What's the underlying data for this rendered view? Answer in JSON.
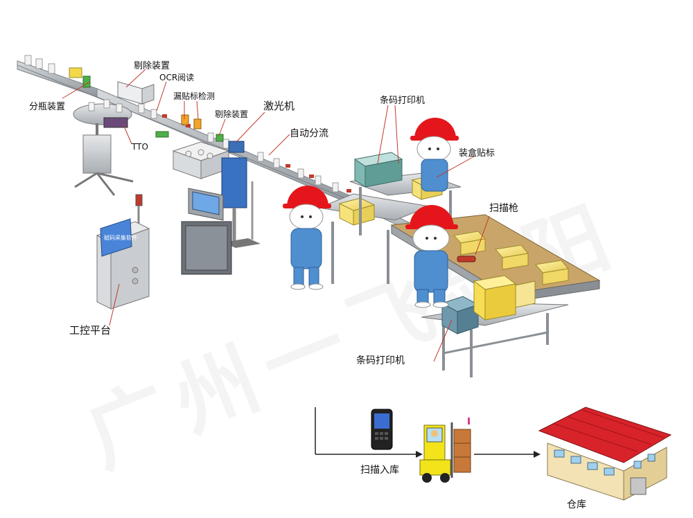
{
  "watermark": "广州一飞剑阳",
  "labels": {
    "bottle_divider": "分瓶装置",
    "reject_device_1": "剔除装置",
    "ocr_reading": "OCR阅读",
    "missing_label_detect": "漏贴标检测",
    "reject_device_2": "剔除装置",
    "laser_machine": "激光机",
    "auto_diverter": "自动分流",
    "tto": "TTO",
    "barcode_printer_top": "条码打印机",
    "box_labeling": "装盒贴标",
    "scan_gun": "扫描枪",
    "control_platform": "工控平台",
    "barcode_printer_bottom": "条码打印机",
    "scan_warehousing": "扫描入库",
    "warehouse": "仓库"
  },
  "screen_text": "赋码采集软件",
  "colors": {
    "helmet_red": "#e4161b",
    "overalls_blue": "#4f8fd0",
    "box_yellow": "#f6e27a",
    "roof_red": "#d8232a",
    "forklift_yellow": "#f2e31b",
    "steel_gray": "#b9bdc3",
    "leader_red": "#c0392b"
  }
}
